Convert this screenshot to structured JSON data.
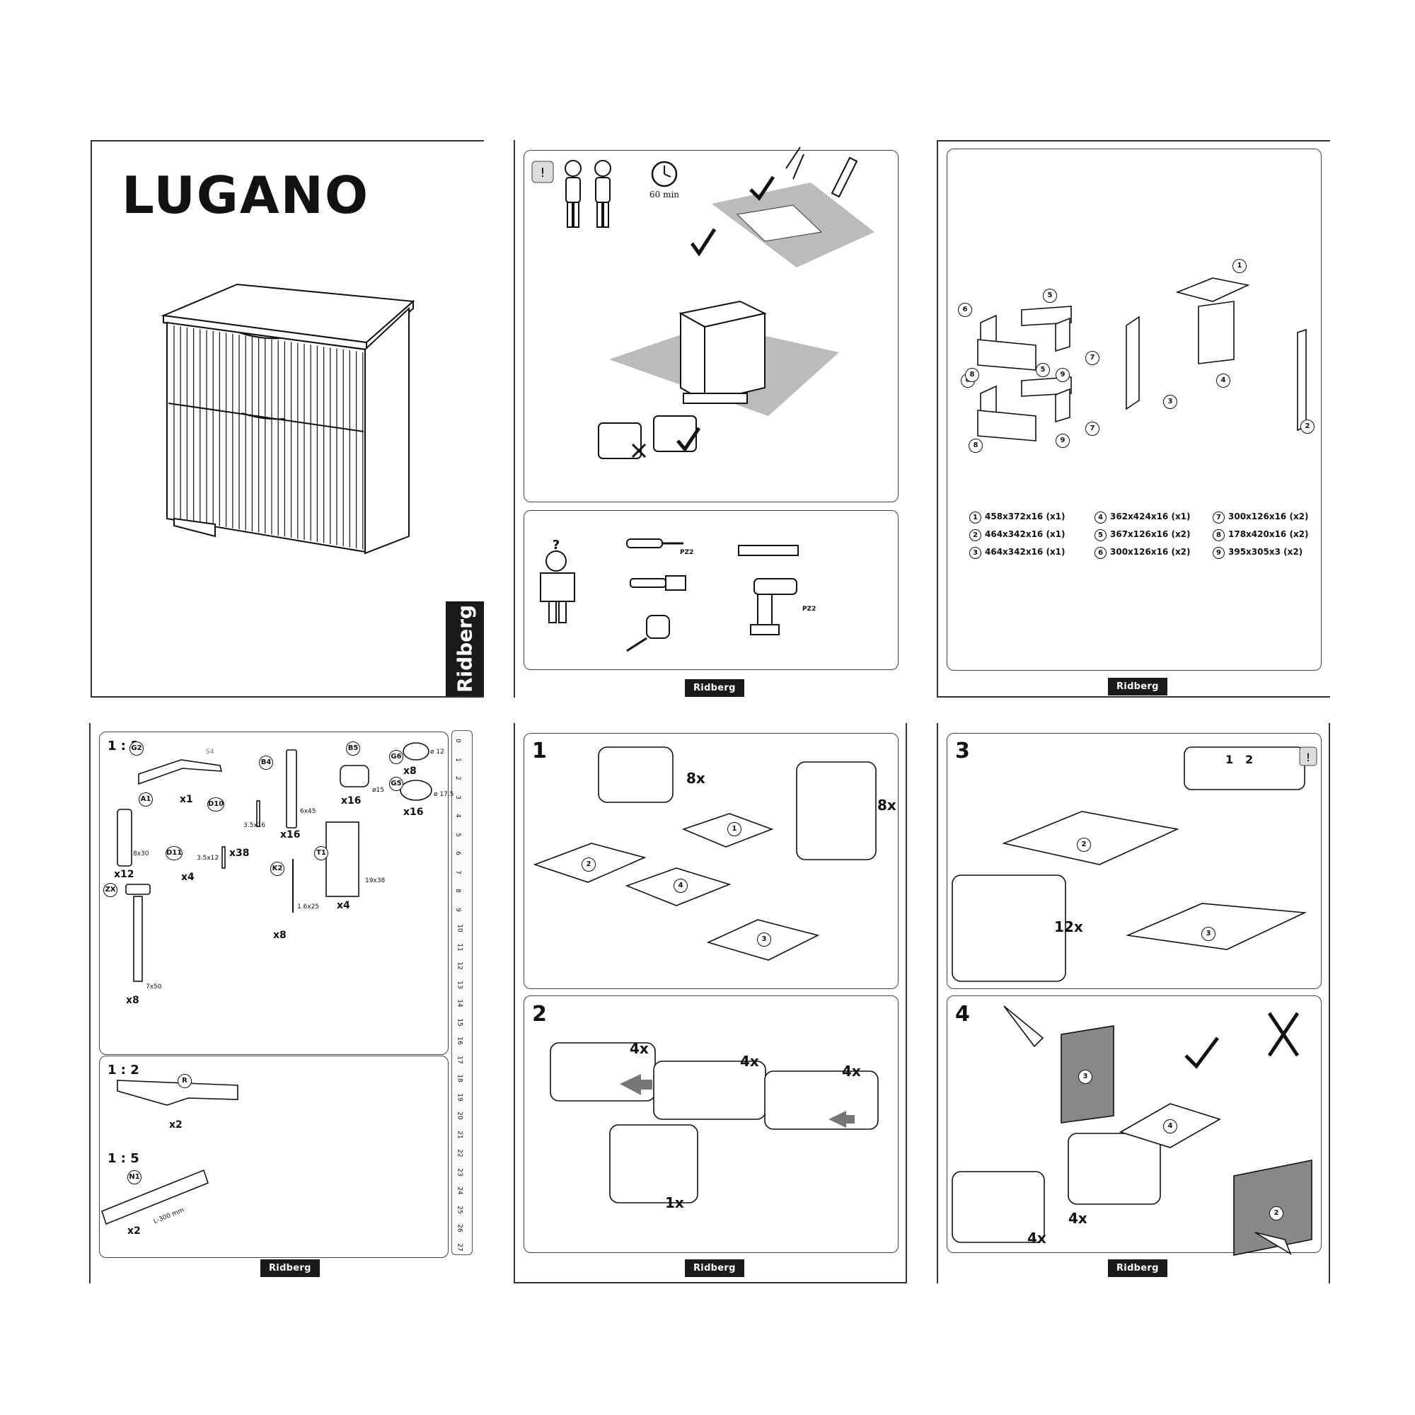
{
  "product": {
    "title": "LUGANO",
    "brand": "Ridberg"
  },
  "prep": {
    "time": "60 min"
  },
  "tools": {
    "screwdriver_bit": "PZ2",
    "drill_bit": "PZ2"
  },
  "parts_list": [
    {
      "id": "1",
      "dims": "458x372x16 (x1)"
    },
    {
      "id": "2",
      "dims": "464x342x16 (x1)"
    },
    {
      "id": "3",
      "dims": "464x342x16 (x1)"
    },
    {
      "id": "4",
      "dims": "362x424x16 (x1)"
    },
    {
      "id": "5",
      "dims": "367x126x16 (x2)"
    },
    {
      "id": "6",
      "dims": "300x126x16 (x2)"
    },
    {
      "id": "7",
      "dims": "300x126x16 (x2)"
    },
    {
      "id": "8",
      "dims": "178x420x16 (x2)"
    },
    {
      "id": "9",
      "dims": "395x305x3 (x2)"
    }
  ],
  "hardware": {
    "scale_1_1": "1 : 1",
    "scale_1_2": "1 : 2",
    "scale_1_5": "1 : 5",
    "items": [
      {
        "code": "G2",
        "qty": "x1",
        "size": "S4"
      },
      {
        "code": "B4",
        "qty": "x16",
        "size": "6x45"
      },
      {
        "code": "B5",
        "qty": "x16",
        "size": "ø15"
      },
      {
        "code": "G6",
        "qty": "x8",
        "size": "ø 12"
      },
      {
        "code": "G5",
        "qty": "x16",
        "size": "ø 17.5"
      },
      {
        "code": "A1",
        "qty": "x12",
        "size": "8x30"
      },
      {
        "code": "D10",
        "qty": "x38",
        "size": "3.5x16"
      },
      {
        "code": "D11",
        "qty": "x4",
        "size": "3.5x12"
      },
      {
        "code": "T1",
        "qty": "x4",
        "size": "19x38"
      },
      {
        "code": "K2",
        "qty": "x8",
        "size": "1.6x25"
      },
      {
        "code": "ZX",
        "qty": "x8",
        "size": "7x50"
      },
      {
        "code": "R",
        "qty": "x2",
        "size": ""
      },
      {
        "code": "N1",
        "qty": "x2",
        "size": "L-300 mm"
      }
    ],
    "ruler": [
      "0",
      "1",
      "2",
      "3",
      "4",
      "5",
      "6",
      "7",
      "8",
      "9",
      "10",
      "11",
      "12",
      "13",
      "14",
      "15",
      "16",
      "17",
      "18",
      "19",
      "20",
      "21",
      "22",
      "23",
      "24",
      "25",
      "26",
      "27"
    ]
  },
  "steps": {
    "s1": {
      "num": "1",
      "q1": "8x",
      "q2": "8x"
    },
    "s2": {
      "num": "2",
      "q1": "4x",
      "q2": "4x",
      "q3": "4x",
      "q4": "1x"
    },
    "s3": {
      "num": "3",
      "q1": "12x",
      "n1": "2",
      "n2": "1"
    },
    "s4": {
      "num": "4",
      "q1": "4x",
      "q2": "4x"
    }
  }
}
